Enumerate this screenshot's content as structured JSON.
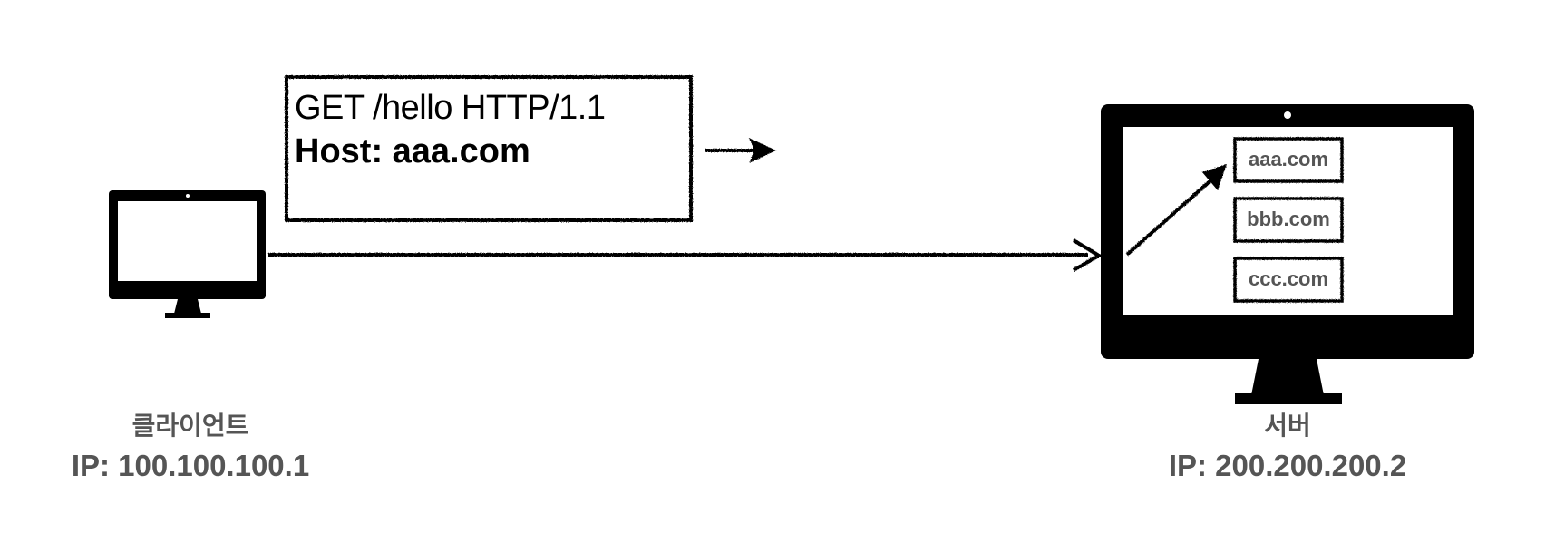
{
  "request": {
    "line1": "GET /hello HTTP/1.1",
    "line2": "Host: aaa.com"
  },
  "client": {
    "name": "클라이언트",
    "ip": "IP: 100.100.100.1"
  },
  "server": {
    "name": "서버",
    "ip": "IP: 200.200.200.2",
    "sites": [
      "aaa.com",
      "bbb.com",
      "ccc.com"
    ],
    "highlighted_site": "aaa.com"
  },
  "colors": {
    "ink": "#000000",
    "label_gray": "#555555",
    "screen": "#ffffff"
  },
  "icons": {
    "client": "desktop-monitor-icon",
    "server": "desktop-monitor-icon"
  }
}
